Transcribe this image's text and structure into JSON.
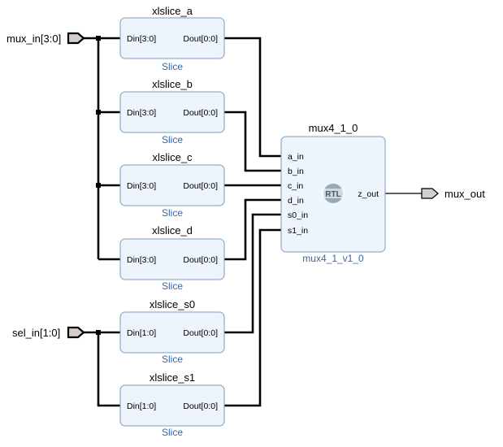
{
  "diagram": {
    "colors": {
      "block_fill": "#eef4fb",
      "block_border": "#7f9cbc",
      "block_type_text": "#3c64a6",
      "wire": "#000000",
      "port_fill": "#d6cdc8",
      "rtl_badge": "#9aa9b6"
    },
    "ports": {
      "mux_in": "mux_in[3:0]",
      "sel_in": "sel_in[1:0]",
      "mux_out": "mux_out"
    },
    "slices": [
      {
        "title": "xlslice_a",
        "type": "Slice",
        "din": "Din[3:0]",
        "dout": "Dout[0:0]"
      },
      {
        "title": "xlslice_b",
        "type": "Slice",
        "din": "Din[3:0]",
        "dout": "Dout[0:0]"
      },
      {
        "title": "xlslice_c",
        "type": "Slice",
        "din": "Din[3:0]",
        "dout": "Dout[0:0]"
      },
      {
        "title": "xlslice_d",
        "type": "Slice",
        "din": "Din[3:0]",
        "dout": "Dout[0:0]"
      },
      {
        "title": "xlslice_s0",
        "type": "Slice",
        "din": "Din[1:0]",
        "dout": "Dout[0:0]"
      },
      {
        "title": "xlslice_s1",
        "type": "Slice",
        "din": "Din[1:0]",
        "dout": "Dout[0:0]"
      }
    ],
    "mux": {
      "title": "mux4_1_0",
      "type": "mux4_1_v1_0",
      "badge": "RTL",
      "inputs": [
        "a_in",
        "b_in",
        "c_in",
        "d_in",
        "s0_in",
        "s1_in"
      ],
      "output": "z_out"
    }
  }
}
